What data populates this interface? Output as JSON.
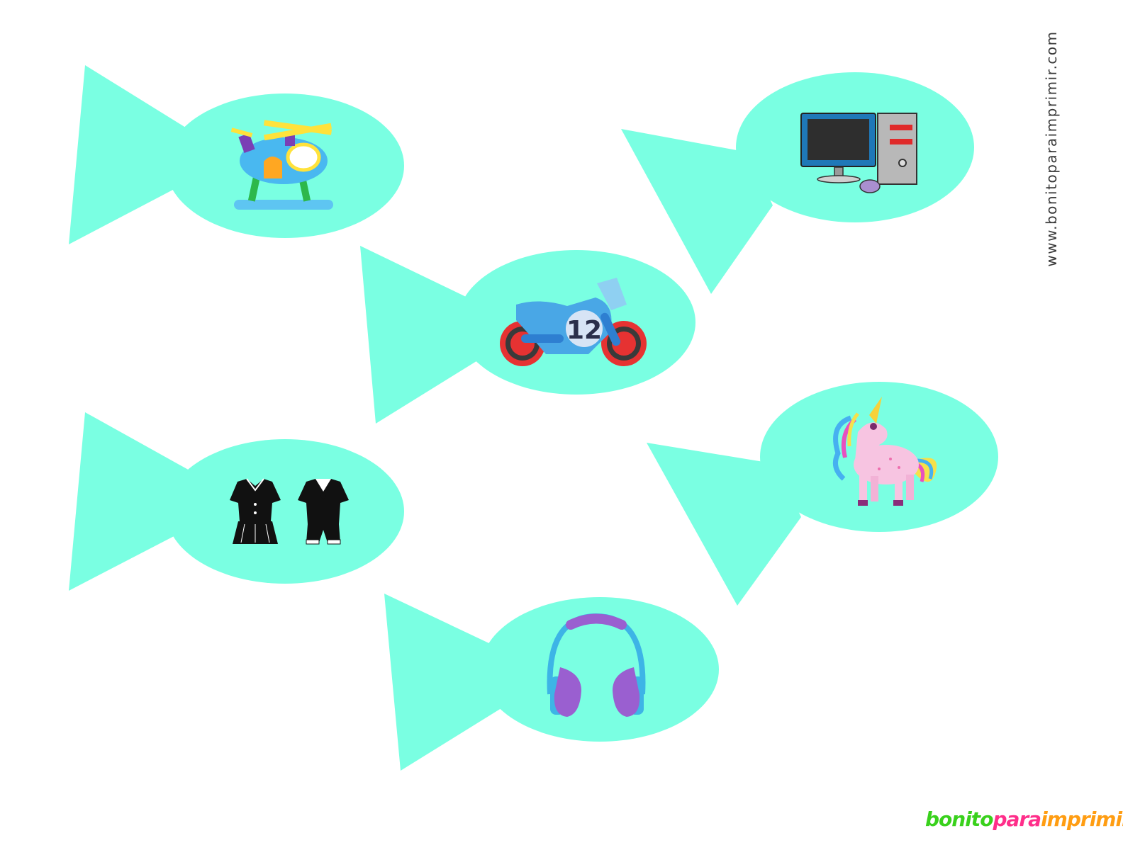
{
  "site_url": "www.bonitoparaimprimir.com",
  "brand": {
    "part1": "bonito",
    "part2": "para",
    "part3": "imprimir"
  },
  "colors": {
    "fish": "#7affe2",
    "logo_green": "#39d11c",
    "logo_pink": "#ff2e8a",
    "logo_orange": "#ff9d12"
  },
  "fish_cards": [
    {
      "icon": "helicopter-icon"
    },
    {
      "icon": "computer-icon"
    },
    {
      "icon": "motorcycle-icon",
      "badge": "12"
    },
    {
      "icon": "school-uniforms-icon"
    },
    {
      "icon": "unicorn-icon"
    },
    {
      "icon": "headphones-icon"
    }
  ]
}
